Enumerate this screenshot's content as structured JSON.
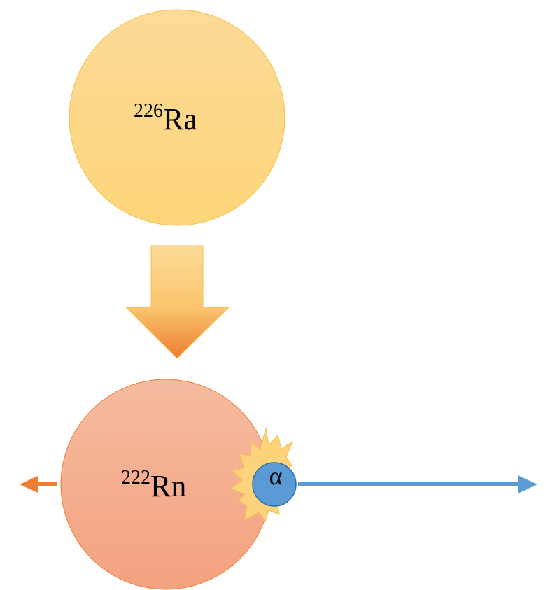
{
  "parent_nucleus": {
    "mass_number": "226",
    "symbol": "Ra",
    "color": "#FCD98C"
  },
  "daughter_nucleus": {
    "mass_number": "222",
    "symbol": "Rn",
    "color": "#F4AE8A"
  },
  "alpha_particle": {
    "symbol": "α",
    "color": "#5B9BD5"
  },
  "decay_arrow": {
    "color_top": "#FCD98C",
    "color_bottom": "#ED7D31"
  },
  "recoil_arrow": {
    "color": "#ED7D31"
  },
  "emission_arrow": {
    "color": "#5B9BD5"
  },
  "burst": {
    "color": "#FDD47C"
  }
}
